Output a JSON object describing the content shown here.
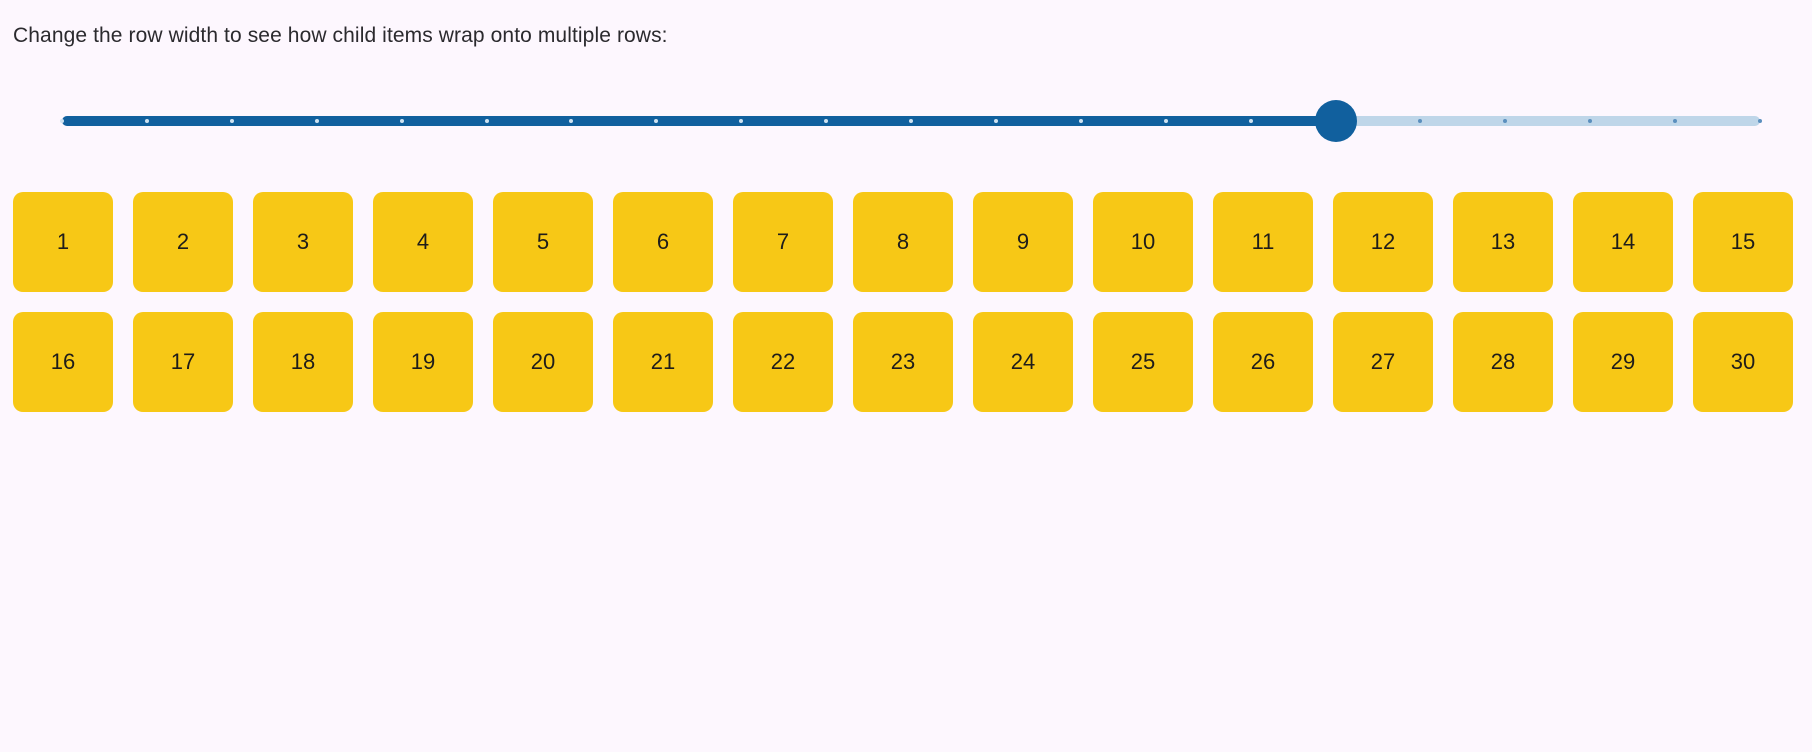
{
  "page": {
    "background_color": "#fdf7fe",
    "instruction": "Change the row width to see how child items wrap onto multiple rows:"
  },
  "slider": {
    "name": "row-width-slider",
    "orientation": "horizontal",
    "min": 0,
    "max": 20,
    "value": 15,
    "step": 1,
    "tick_count": 21,
    "fill_percent": 75,
    "track_color_filled": "#11609e",
    "track_color_unfilled": "#bfd6e9",
    "thumb_color": "#11609e",
    "tick_color_filled": "#cfe2f1",
    "tick_color_unfilled": "#5b8fbe"
  },
  "items": {
    "count": 30,
    "per_row": 15,
    "tile_color": "#f7c816",
    "label_color": "#1f1d1a",
    "labels": [
      "1",
      "2",
      "3",
      "4",
      "5",
      "6",
      "7",
      "8",
      "9",
      "10",
      "11",
      "12",
      "13",
      "14",
      "15",
      "16",
      "17",
      "18",
      "19",
      "20",
      "21",
      "22",
      "23",
      "24",
      "25",
      "26",
      "27",
      "28",
      "29",
      "30"
    ]
  }
}
